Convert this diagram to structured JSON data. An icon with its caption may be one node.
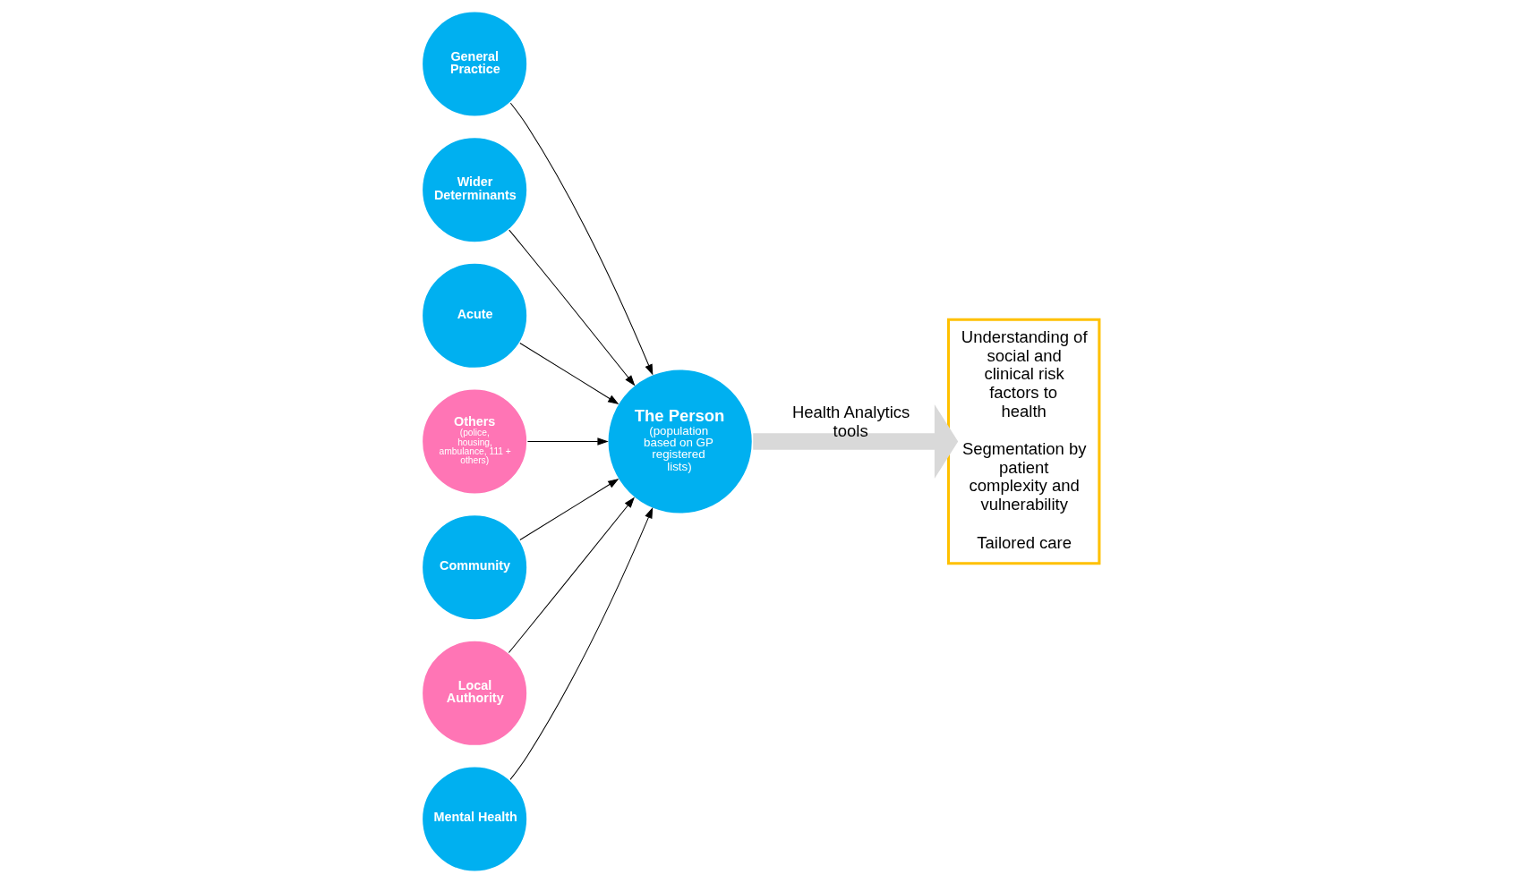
{
  "diagram": {
    "nodes": [
      {
        "text": [
          "General Practice"
        ]
      },
      {
        "text": [
          "Wider Determinants"
        ]
      },
      {
        "text": [
          "Acute"
        ]
      },
      {
        "text": [
          "The Person",
          "(population based on GP registered lists)"
        ]
      },
      {
        "text": [
          "Others",
          "(police, housing, ambulance, 111 + others)"
        ]
      },
      {
        "text": [
          "Community"
        ]
      },
      {
        "text": [
          "Local Authority"
        ]
      },
      {
        "text": [
          "Mental Health"
        ]
      },
      {
        "text": [
          "Understanding of social and clinical risk factors to health",
          "Segmentation by patient complexity and vulnerability",
          "Tailored care"
        ]
      }
    ],
    "edges": [
      {
        "from": 0,
        "to": 3,
        "arrow": "to"
      },
      {
        "from": 1,
        "to": 3,
        "arrow": "to"
      },
      {
        "from": 2,
        "to": 3,
        "arrow": "to"
      },
      {
        "from": 4,
        "to": 3,
        "arrow": "to"
      },
      {
        "from": 5,
        "to": 3,
        "arrow": "to"
      },
      {
        "from": 6,
        "to": 3,
        "arrow": "to"
      },
      {
        "from": 7,
        "to": 3,
        "arrow": "to"
      },
      {
        "from": 3,
        "to": 8,
        "arrow": "to",
        "label": "Health Analytics tools",
        "style": "thick",
        "color": "#d9d9d9"
      }
    ]
  }
}
